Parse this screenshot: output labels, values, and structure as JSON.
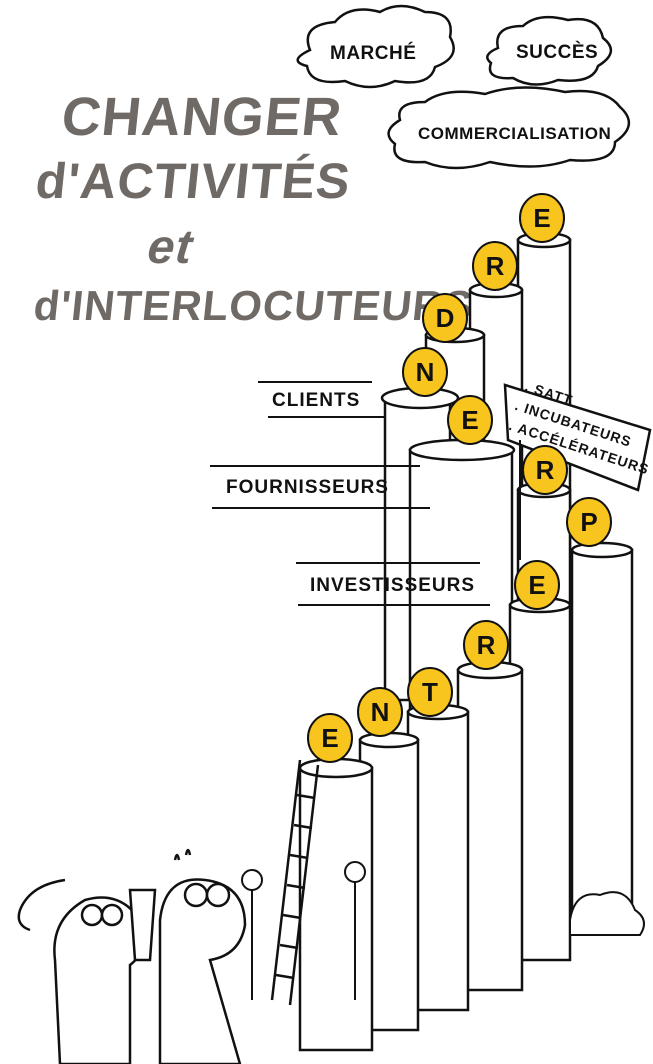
{
  "title": {
    "line1": "CHANGER",
    "line2": "d'ACTIVITÉS",
    "line3": "et",
    "line4": "d'INTERLOCUTEURS"
  },
  "clouds": {
    "marche": "MARCHÉ",
    "succes": "SUCCÈS",
    "commercialisation": "COMMERCIALISATION"
  },
  "labels": {
    "clients": "CLIENTS",
    "fournisseurs": "FOURNISSEURS",
    "investisseurs": "INVESTISSEURS"
  },
  "sign": {
    "line1": ". SATT",
    "line2": ". INCUBATEURS",
    "line3": ". ACCÉLÉRATEURS"
  },
  "coins": [
    "E",
    "N",
    "T",
    "R",
    "E",
    "P",
    "R",
    "E",
    "N",
    "D",
    "R",
    "E"
  ],
  "colors": {
    "coin": "#f7c51e",
    "title": "#6f6a66",
    "ink": "#111111"
  }
}
